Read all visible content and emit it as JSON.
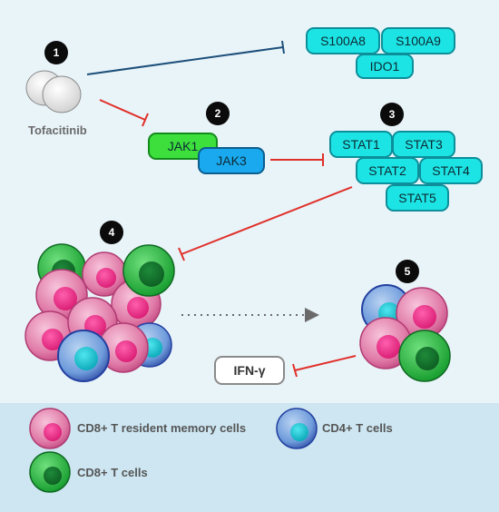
{
  "drug": {
    "label": "Tofacitinib"
  },
  "steps": [
    "1",
    "2",
    "3",
    "4",
    "5"
  ],
  "proteins": {
    "s100a8": "S100A8",
    "s100a9": "S100A9",
    "ido1": "IDO1",
    "jak1": "JAK1",
    "jak3": "JAK3",
    "stat1": "STAT1",
    "stat3": "STAT3",
    "stat2": "STAT2",
    "stat4": "STAT4",
    "stat5": "STAT5"
  },
  "cytokine": {
    "label": "IFN-γ"
  },
  "legend": {
    "cd8_trm": "CD8+ T resident memory cells",
    "cd4": "CD4+ T cells",
    "cd8": "CD8+ T cells"
  },
  "colors": {
    "background": "#e9f4f9",
    "legend_band": "#cde6f2",
    "inhibit_red": "#e0302a",
    "inhibit_blue": "#1d4f7a",
    "protein_cyan": "#1de4e4",
    "jak1_green": "#3ddf3d",
    "jak3_blue": "#1aa9ee",
    "cd8_trm_pink": "#d9337e",
    "cd4_blue": "#3d77c9",
    "cd8_green": "#1e9a2e"
  }
}
